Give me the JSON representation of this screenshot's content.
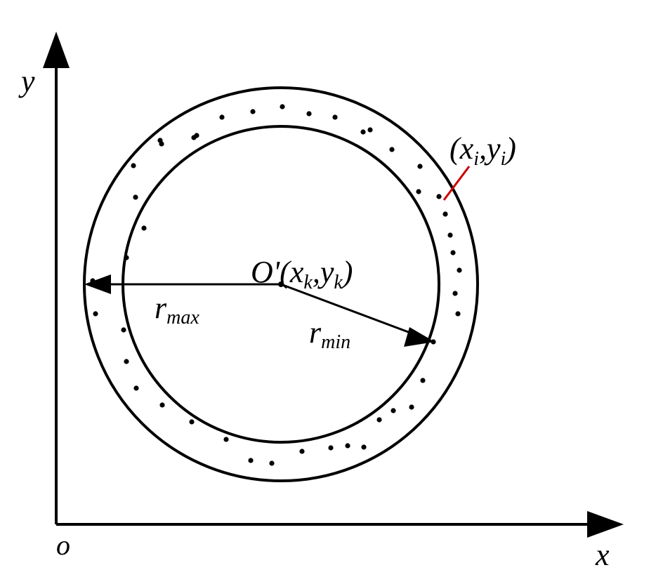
{
  "axes": {
    "x_label": "x",
    "y_label": "y",
    "origin_label": "o"
  },
  "labels": {
    "point_xi": {
      "open": "(",
      "var1": "x",
      "sub1": "i",
      "sep": ",",
      "var2": "y",
      "sub2": "i",
      "close": ")"
    },
    "center": {
      "prefix": "O'(",
      "var1": "x",
      "sub1": "k",
      "sep": ",",
      "var2": "y",
      "sub2": "k",
      "close": ")"
    },
    "r_max": {
      "main": "r",
      "sub": "max"
    },
    "r_min": {
      "main": "r",
      "sub": "min"
    }
  },
  "colors": {
    "stroke": "#000000",
    "pointer": "#cc0000"
  }
}
